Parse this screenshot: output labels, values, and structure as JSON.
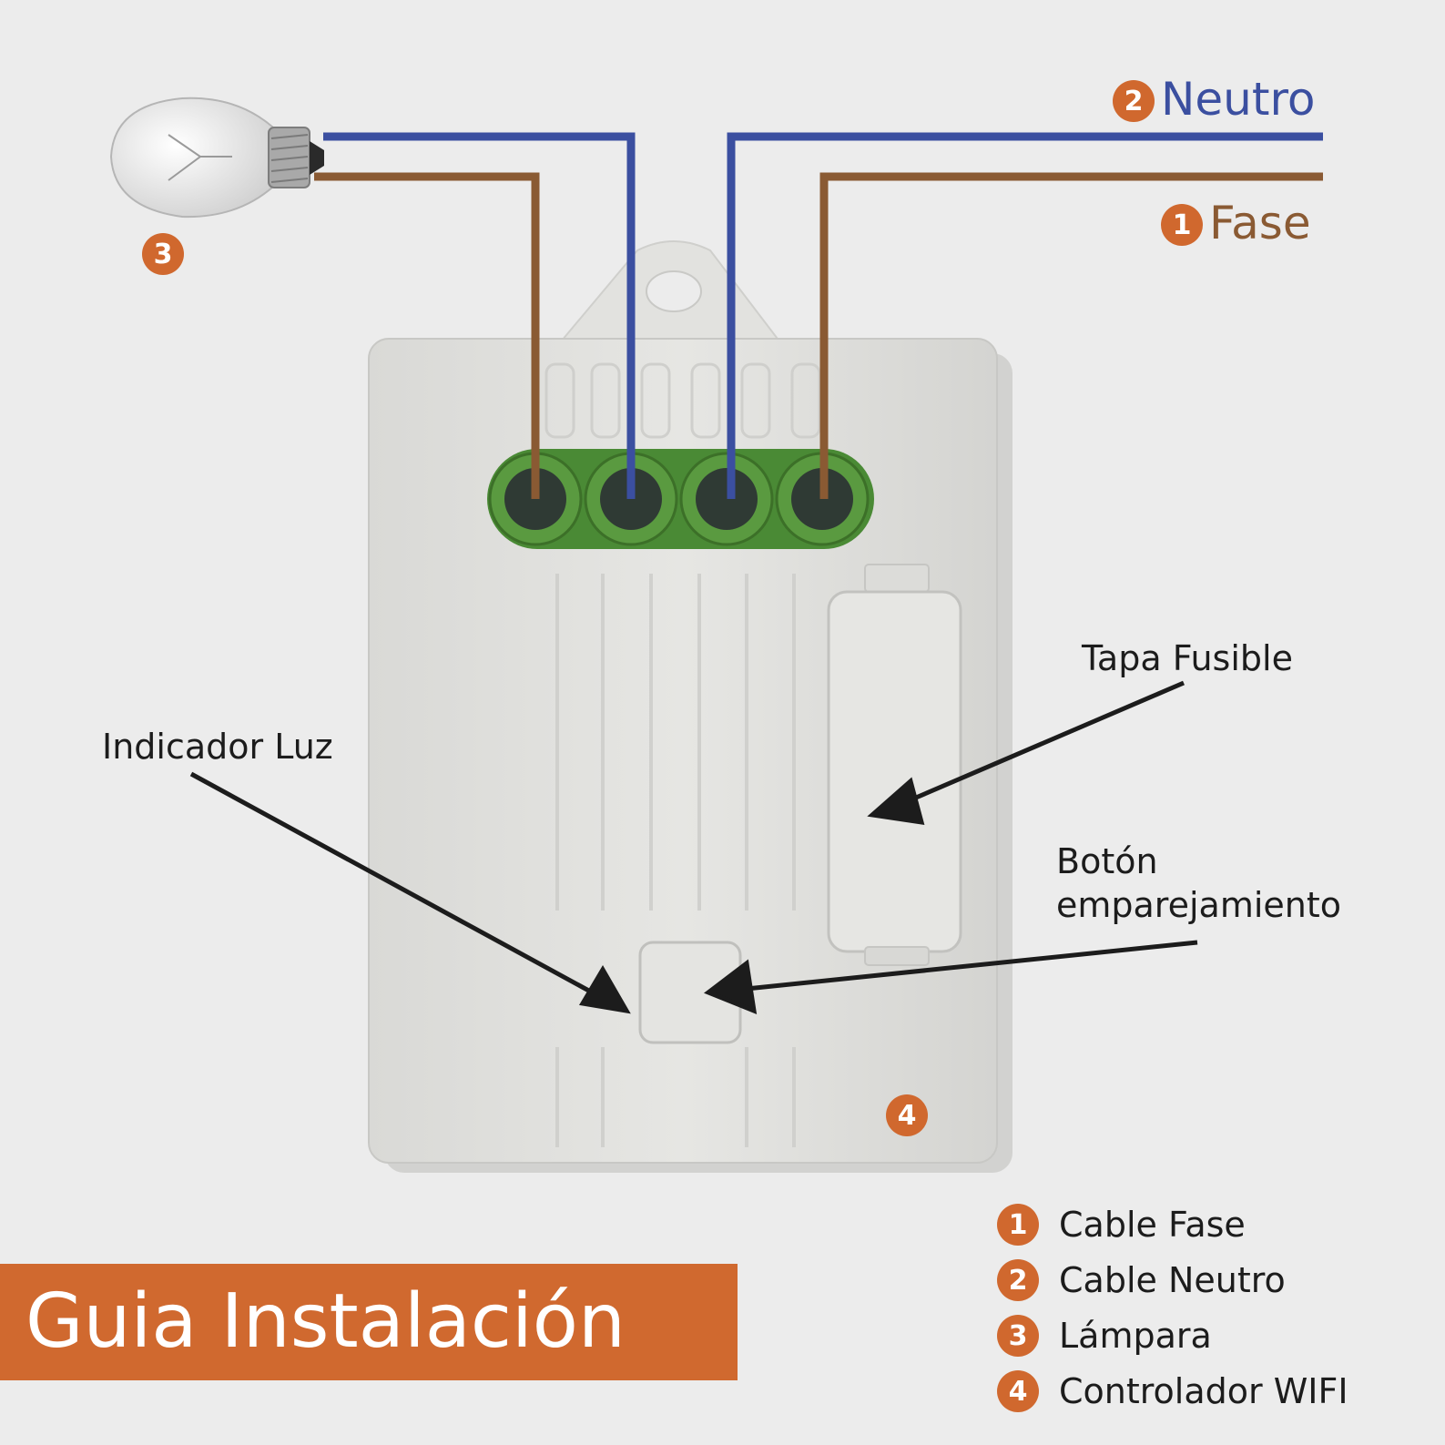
{
  "title": "Guia Instalación",
  "wires": {
    "neutro": {
      "number": "2",
      "label": "Neutro",
      "color": "#3b4fa0"
    },
    "fase": {
      "number": "1",
      "label": "Fase",
      "color": "#8a5a33"
    }
  },
  "lamp_badge": "3",
  "device_badge": "4",
  "callouts": {
    "tapa_fusible": "Tapa Fusible",
    "indicador_luz": "Indicador Luz",
    "boton_line1": "Botón",
    "boton_line2": "emparejamiento"
  },
  "legend": [
    {
      "number": "1",
      "label": "Cable Fase"
    },
    {
      "number": "2",
      "label": "Cable Neutro"
    },
    {
      "number": "3",
      "label": "Lámpara"
    },
    {
      "number": "4",
      "label": "Controlador WIFI"
    }
  ],
  "colors": {
    "accent": "#d0692f",
    "background": "#ececec",
    "terminal_green": "#4a8a35"
  }
}
